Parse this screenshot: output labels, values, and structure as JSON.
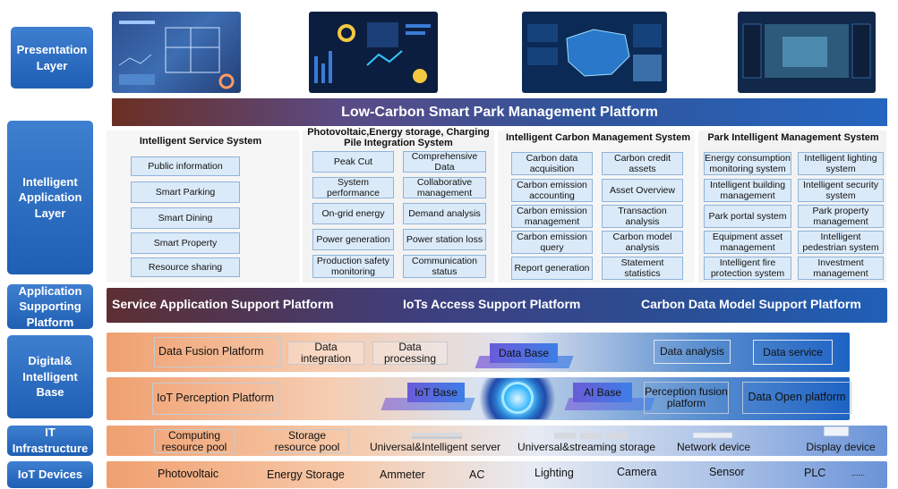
{
  "layers": {
    "presentation": "Presentation\nLayer",
    "application": "Intelligent\nApplication\nLayer",
    "supporting": "Application\nSupporting\nPlatform",
    "digital": "Digital&\nIntelligent\nBase",
    "it": "IT\nInfrastructure",
    "iot": "IoT Devices"
  },
  "platform_title": "Low-Carbon Smart Park Management Platform",
  "systems": [
    {
      "title": "Intelligent Service System",
      "items": [
        "Public information",
        "Smart Parking",
        "Smart Dining",
        "Smart Property",
        "Resource sharing"
      ]
    },
    {
      "title": "Photovoltaic,Energy storage, Charging Pile Integration System",
      "items": [
        "Peak Cut",
        "Comprehensive Data",
        "System performance",
        "Collaborative management",
        "On-grid energy",
        "Demand analysis",
        "Power generation",
        "Power station loss",
        "Production safety monitoring",
        "Communication status"
      ]
    },
    {
      "title": "Intelligent Carbon Management System",
      "items": [
        "Carbon data acquisition",
        "Carbon credit assets",
        "Carbon emission accounting",
        "Asset Overview",
        "Carbon emission management",
        "Transaction analysis",
        "Carbon emission query",
        "Carbon model analysis",
        "Report generation",
        "Statement statistics"
      ]
    },
    {
      "title": "Park Intelligent Management System",
      "items": [
        "Energy consumption monitoring system",
        "Intelligent lighting system",
        "Intelligent building management",
        "Intelligent security system",
        "Park portal system",
        "Park property management",
        "Equipment asset management",
        "Intelligent pedestrian system",
        "Intelligent fire protection system",
        "Investment management"
      ]
    }
  ],
  "supporting_platforms": [
    "Service Application Support Platform",
    "IoTs Access Support Platform",
    "Carbon Data Model Support Platform"
  ],
  "digital_row1": {
    "fusion": "Data Fusion Platform",
    "integration": "Data integration",
    "processing": "Data processing",
    "database": "Data Base",
    "analysis": "Data analysis",
    "service": "Data service"
  },
  "digital_row2": {
    "perception": "IoT Perception Platform",
    "iot_base": "IoT Base",
    "ai_base": "AI Base",
    "perception_fusion": "Perception fusion platform",
    "open": "Data Open platform"
  },
  "it_items": [
    "Computing resource pool",
    "Storage resource pool",
    "Universal&Intelligent server",
    "Universal&streaming storage",
    "Network device",
    "Display device"
  ],
  "iot_items": [
    "Photovoltaic",
    "Energy Storage",
    "Ammeter",
    "AC",
    "Lighting",
    "Camera",
    "Sensor",
    "PLC",
    "......"
  ],
  "colors": {
    "layer_blue": "#1f5fb4",
    "cell_bg": "#dbeaf8",
    "navy": "#2a3f7a",
    "orange": "#f0a070"
  }
}
